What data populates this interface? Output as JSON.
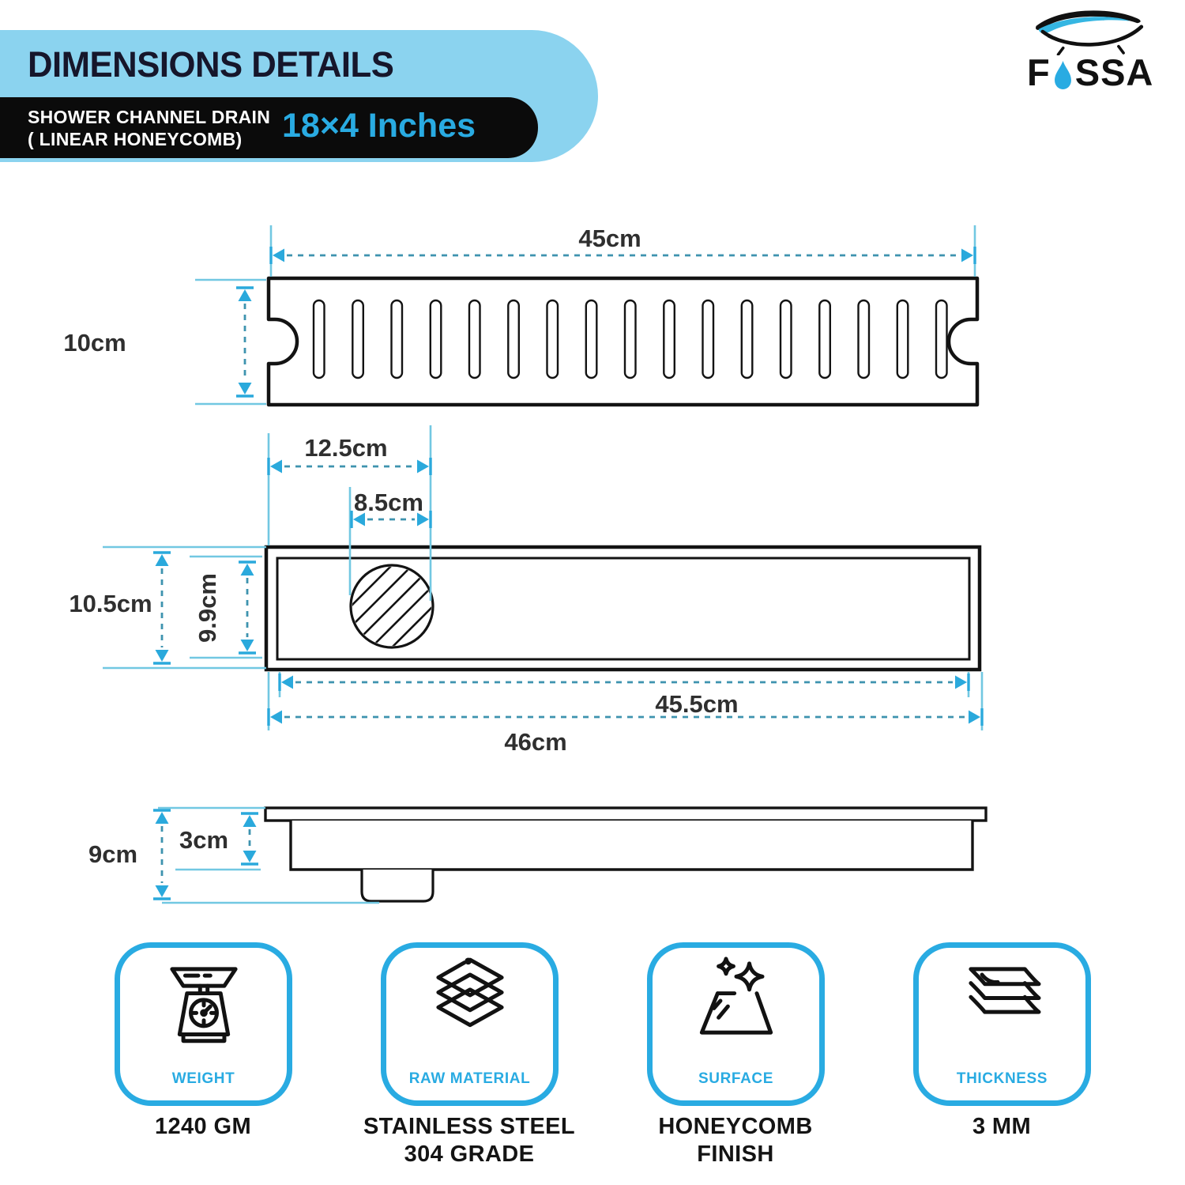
{
  "colors": {
    "accent": "#29ABE2",
    "header_blue": "#8BD3EF",
    "ink": "#121212",
    "dim_dash": "#3E93AF",
    "dim_arrow": "#2AA9DC",
    "dim_solid": "#72C8E2",
    "label": "#2F2F2F"
  },
  "header": {
    "title": "DIMENSIONS DETAILS",
    "product_line1": "SHOWER CHANNEL DRAIN",
    "product_line2": "( LINEAR HONEYCOMB)",
    "size": "18×4 Inches"
  },
  "brand": {
    "name_start": "F",
    "name_end": "SSA",
    "logo_icon": "bathtub-icon",
    "drop_icon": "water-drop-icon"
  },
  "diagram": {
    "top_view": {
      "width_label": "45cm",
      "height_label": "10cm"
    },
    "plan_view": {
      "offset_label": "12.5cm",
      "drain_label": "8.5cm",
      "outer_height_label": "10.5cm",
      "inner_height_label": "9.9cm",
      "inner_width_label": "45.5cm",
      "outer_width_label": "46cm"
    },
    "side_view": {
      "depth_label": "3cm",
      "height_label": "9cm"
    }
  },
  "cards": [
    {
      "icon": "weight-scale-icon",
      "label": "WEIGHT",
      "caption_lines": [
        "1240 GM"
      ]
    },
    {
      "icon": "raw-material-layers-icon",
      "label": "RAW MATERIAL",
      "caption_lines": [
        "STAINLESS STEEL",
        "304 GRADE"
      ]
    },
    {
      "icon": "surface-shine-icon",
      "label": "SURFACE",
      "caption_lines": [
        "HONEYCOMB",
        "FINISH"
      ]
    },
    {
      "icon": "thickness-sheets-icon",
      "label": "THICKNESS",
      "caption_lines": [
        "3 MM"
      ]
    }
  ]
}
